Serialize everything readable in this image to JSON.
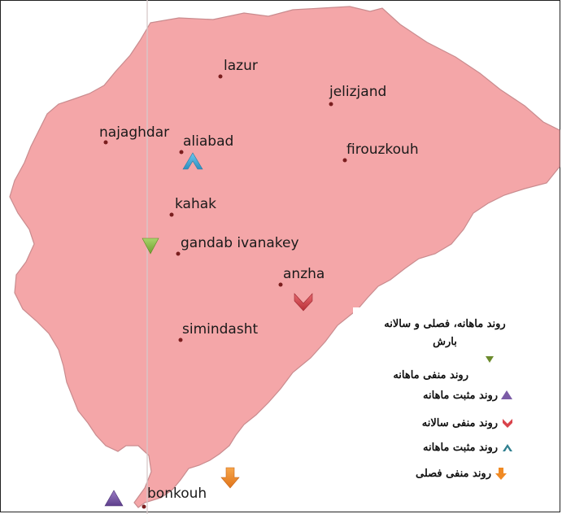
{
  "map": {
    "region_fill": "#f4a6a8",
    "region_stroke": "#c98b8e",
    "cities": [
      {
        "name": "lazur"
      },
      {
        "name": "jelizjand"
      },
      {
        "name": "najaghdar"
      },
      {
        "name": "aliabad"
      },
      {
        "name": "firouzkouh"
      },
      {
        "name": "kahak"
      },
      {
        "name": "gandab ivanakey"
      },
      {
        "name": "anzha"
      },
      {
        "name": "simindasht"
      },
      {
        "name": "bonkouh"
      }
    ],
    "trend_markers": [
      {
        "type": "positive-monthly-blue",
        "icon": "chevron-up-icon",
        "color": "#3fa9d6"
      },
      {
        "type": "negative-monthly",
        "icon": "triangle-down-icon",
        "color": "#8cc04a"
      },
      {
        "type": "negative-annual",
        "icon": "chevron-down-icon",
        "color": "#d9434b"
      },
      {
        "type": "negative-seasonal",
        "icon": "arrow-down-icon",
        "color": "#f08a24"
      },
      {
        "type": "positive-monthly",
        "icon": "triangle-up-icon",
        "color": "#7b5ba6"
      }
    ]
  },
  "legend": {
    "title_line1": "روند ماهانه، فصلی و سالانه",
    "title_line2": "بارش",
    "items": [
      {
        "label": "روند منفی ماهانه",
        "icon": "triangle-down-icon",
        "color": "#6b8a2c"
      },
      {
        "label": "روند مثبت ماهانه",
        "icon": "triangle-up-icon",
        "color": "#7b5ba6"
      },
      {
        "label": "روند منفی سالانه",
        "icon": "chevron-down-icon",
        "color": "#d9434b"
      },
      {
        "label": "روند مثبت ماهانه",
        "icon": "chevron-up-icon",
        "color": "#2f7f8f"
      },
      {
        "label": "روند منفی فصلی",
        "icon": "arrow-down-icon",
        "color": "#f08a24"
      }
    ]
  }
}
